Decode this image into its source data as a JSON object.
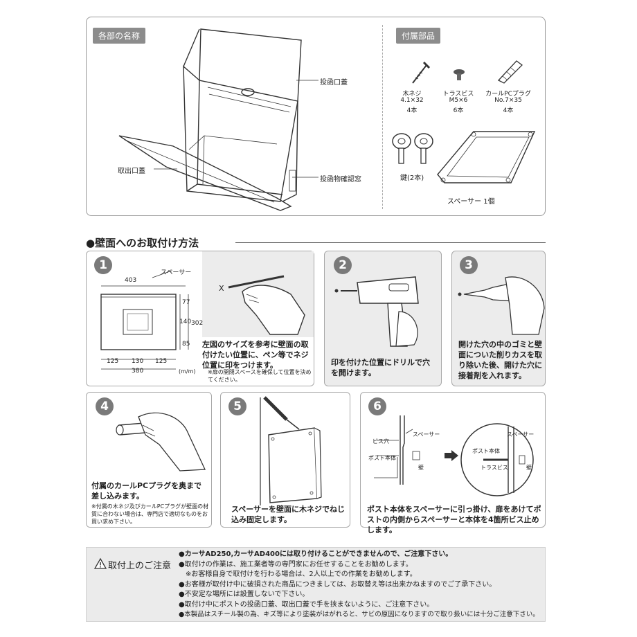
{
  "parts": {
    "section_label": "各部の名称",
    "slot_lid": "投函口蓋",
    "takeout_lid": "取出口蓋",
    "check_window": "投函物確認窓"
  },
  "accessories": {
    "section_label": "付属部品",
    "wood_screw": {
      "name": "木ネジ",
      "size": "4.1×32",
      "qty": "4本"
    },
    "truss_screw": {
      "name": "トラスビス",
      "size": "M5×6",
      "qty": "6本"
    },
    "plug": {
      "name": "カールPCプラグ",
      "size": "No.7×35",
      "qty": "4本"
    },
    "keys": "鍵(2本)",
    "spacer": "スペーサー 1個"
  },
  "method": {
    "heading": "●壁面へのお取付け方法"
  },
  "step1": {
    "number": "1",
    "spacer_label": "スペーサー",
    "dim_width": "403",
    "dim_77": "77",
    "dim_140": "140",
    "dim_85": "85",
    "dim_302": "302",
    "dim_125a": "125",
    "dim_130": "130",
    "dim_125b": "125",
    "dim_380": "380",
    "unit": "(m/m)",
    "mark": "X",
    "caption": "左図のサイズを参考に壁面の取付けたい位置に、ペン等でネジ位置に印をつけます。",
    "note": "※扉の開閉スペースを確保して位置を決めてください。"
  },
  "step2": {
    "number": "2",
    "caption": "印を付けた位置にドリルで穴を開けます。"
  },
  "step3": {
    "number": "3",
    "caption": "開けた穴の中のゴミと壁面についた削りカスを取り除いた後、開けた穴に接着剤を入れます。"
  },
  "step4": {
    "number": "4",
    "caption": "付属のカールPCプラグを奥まで差し込みます。",
    "note": "※付属の木ネジ及びカールPCプラグが壁面の材質に合わない場合は、専門店で適切なものをお買い求め下さい。"
  },
  "step5": {
    "number": "5",
    "caption": "スペーサーを壁面に木ネジでねじ込み固定します。"
  },
  "step6": {
    "number": "6",
    "screw_hole": "ビス穴",
    "spacer": "スペーサー",
    "post_body": "ポスト本体",
    "wall": "壁",
    "post_body2": "ポスト本体",
    "spacer2": "スペーサー",
    "truss": "トラスビス",
    "wall2": "壁",
    "caption": "ポスト本体をスペーサーに引っ掛け、扉をあけてポストの内側からスペーサーと本体を4箇所ビス止めします。"
  },
  "notice": {
    "title": "取付上のご注意",
    "items": [
      "●カーサAD250,カーサAD400には取り付けることができませんので、ご注意下さい。",
      "●取付けの作業は、施工業者等の専門家にお任せすることをお勧めします。",
      "　※お客様自身で取付けを行わる場合は、2人以上での作業をお勧めします。",
      "●お客様が取付け中に破損された商品につきましては、お取替え等は出来かねますのでご了承下さい。",
      "●不安定な場所には設置しないで下さい。",
      "●取付け中にポストの投函口蓋、取出口蓋で手を挟まないように、ご注意下さい。",
      "●本製品はスチール製の為、キズ等により塗装がはがれると、サビの原因になりますので取り扱いには十分ご注意下さい。"
    ]
  }
}
